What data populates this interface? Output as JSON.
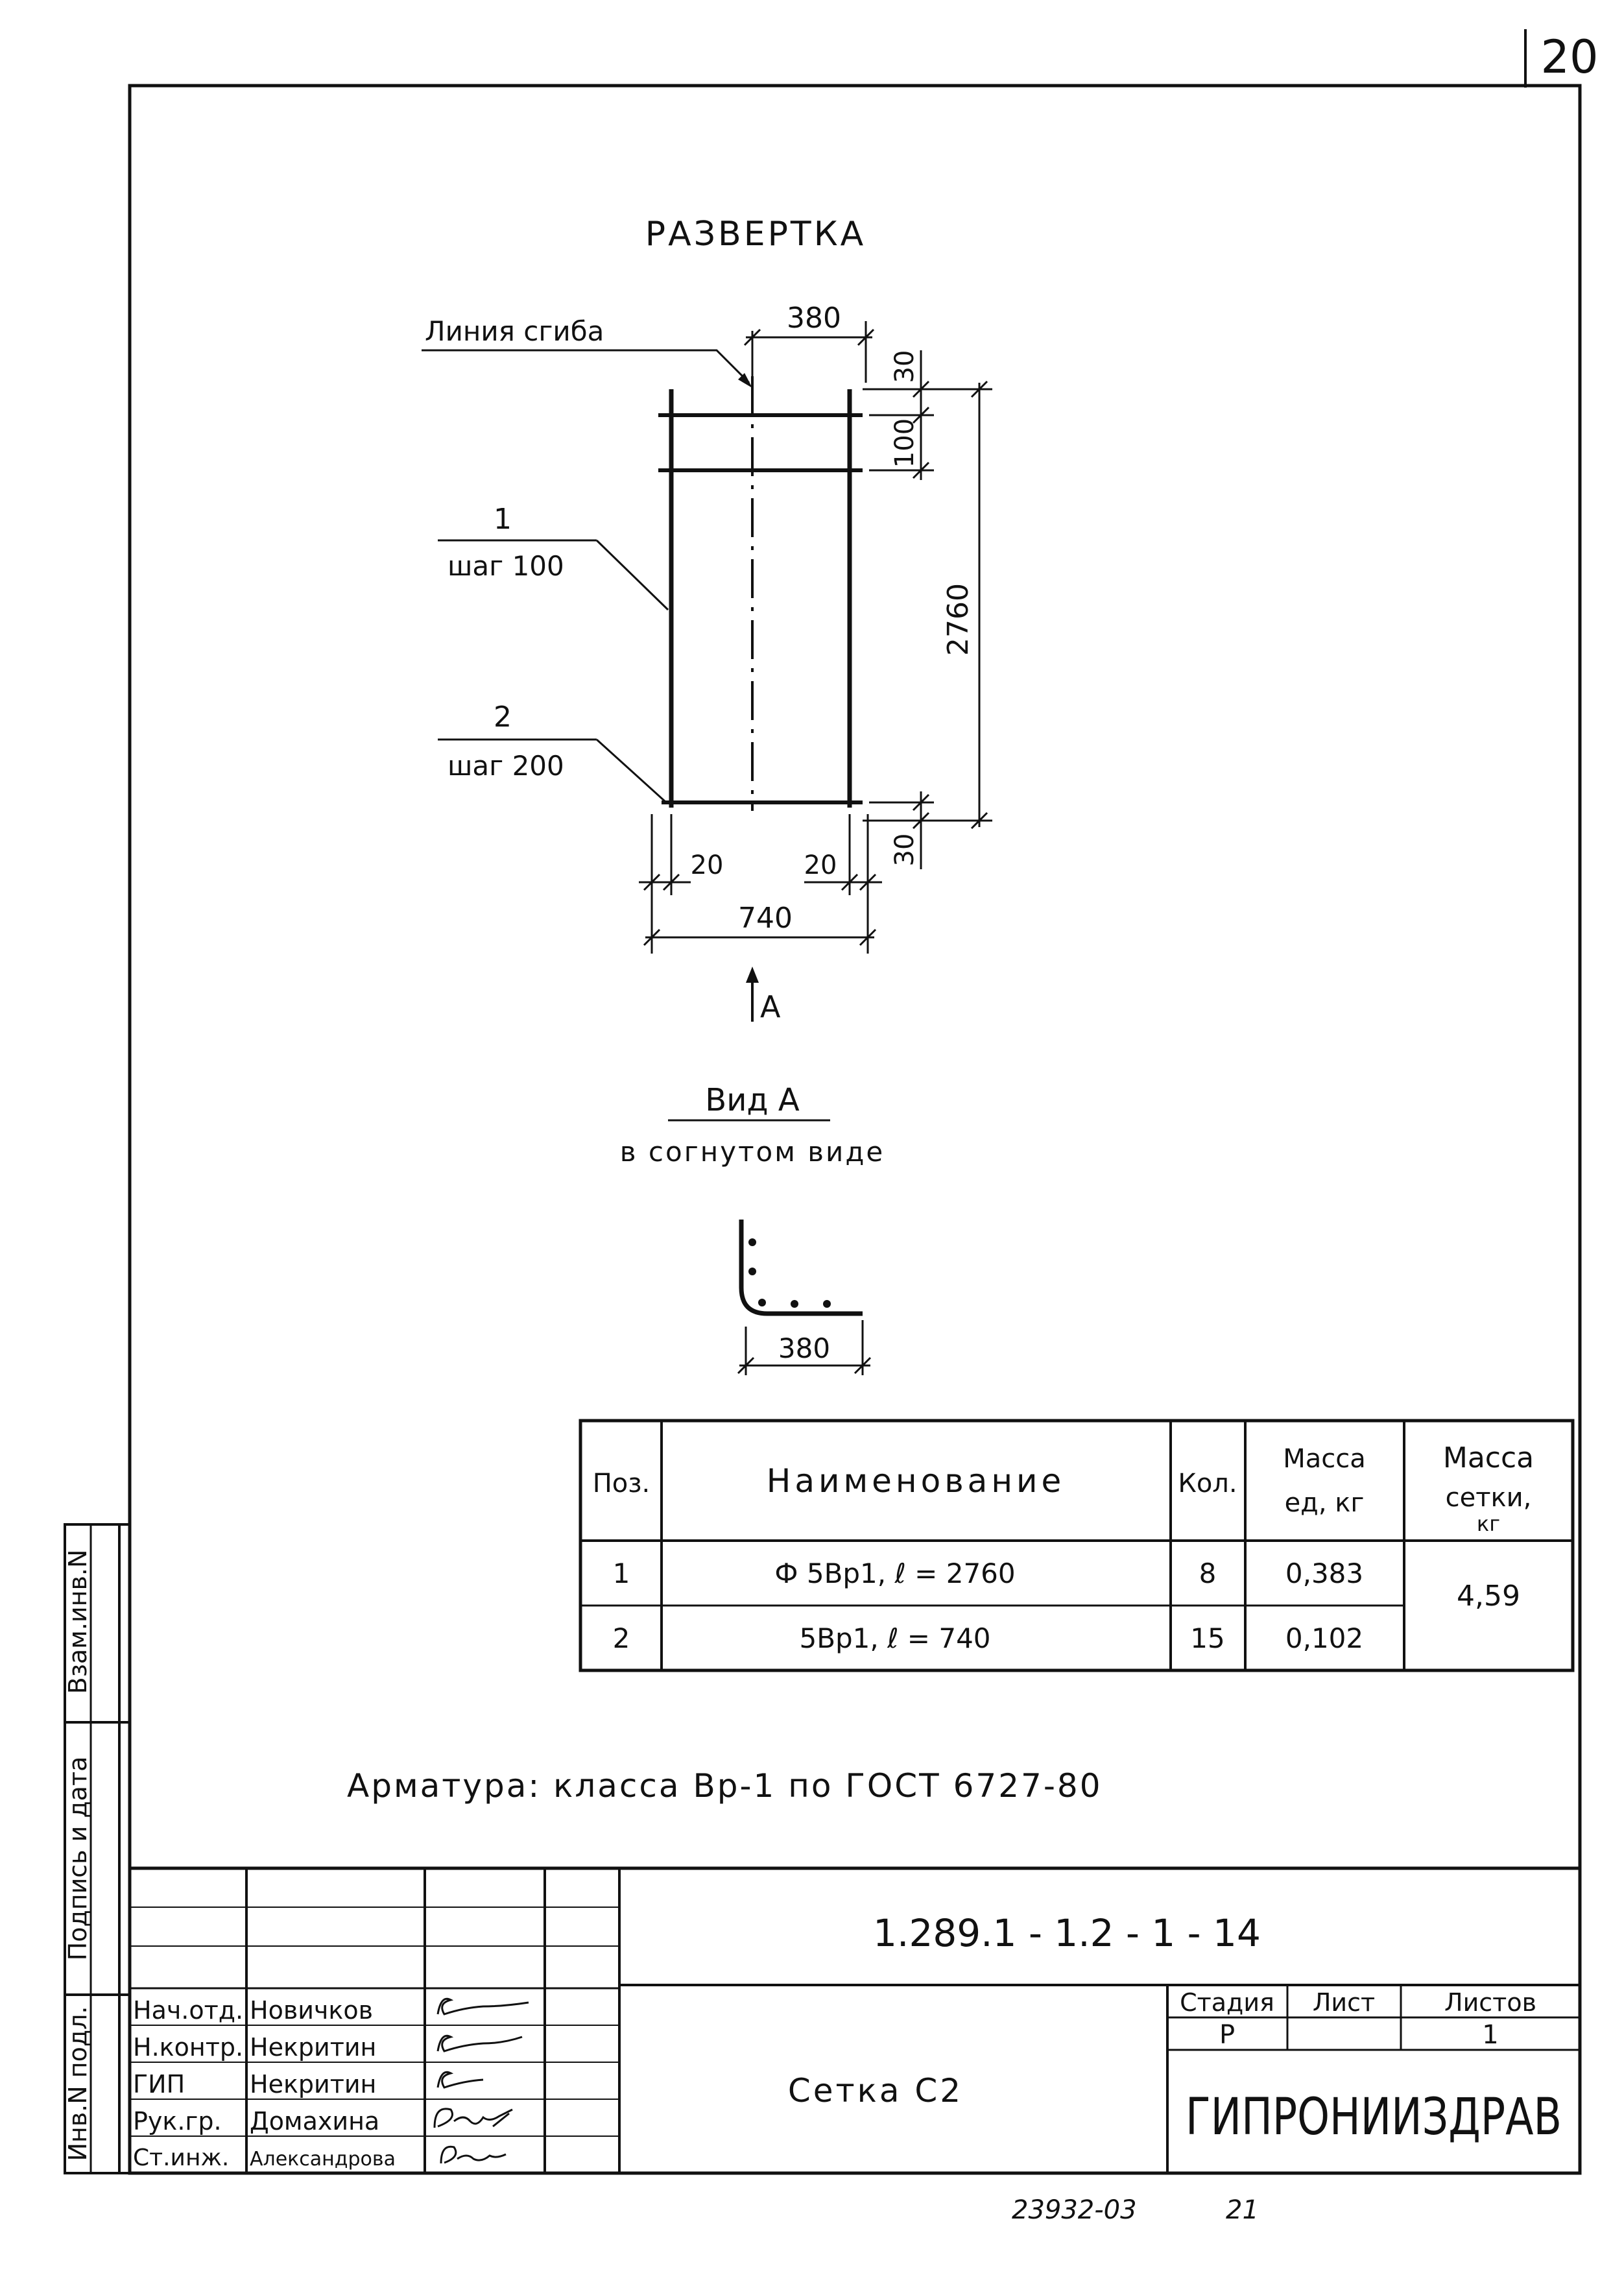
{
  "sheet_number": "20",
  "drawing": {
    "title": "РАЗВЕРТКА",
    "bend_line_label": "Линия сгиба",
    "pos1_number": "1",
    "pos1_step": "шаг 100",
    "pos2_number": "2",
    "pos2_step": "шаг 200",
    "view_arrow_label": "А",
    "dims": {
      "top_width": "380",
      "top_offset": "30",
      "first_step": "100",
      "height": "2760",
      "bottom_offset": "30",
      "left_edge": "20",
      "right_edge": "20",
      "total_width": "740"
    }
  },
  "view_a": {
    "title": "Вид А",
    "subtitle": "в согнутом виде",
    "dim": "380"
  },
  "spec_table": {
    "headers": {
      "pos": "Поз.",
      "name": "Наименование",
      "qty": "Кол.",
      "mass_unit": "Масса ед, кг",
      "mass_unit_1": "Масса",
      "mass_unit_2": "ед, кг",
      "mass_total_1": "Масса",
      "mass_total_2": "сетки,",
      "mass_total_3": "кг"
    },
    "rows": [
      {
        "pos": "1",
        "name": "Ф 5Вр1, ℓ = 2760",
        "qty": "8",
        "mass_unit": "0,383"
      },
      {
        "pos": "2",
        "name": "5Вр1, ℓ = 740",
        "qty": "15",
        "mass_unit": "0,102"
      }
    ],
    "mass_total": "4,59"
  },
  "note": "Арматура: класса Вр-1 по ГОСТ 6727-80",
  "side_stamp": {
    "field1": "Взам.инв.N",
    "field2": "Подпись и дата",
    "field3": "Инв.N подл."
  },
  "title_block": {
    "doc_code": "1.289.1 - 1.2 - 1 - 14",
    "people": [
      {
        "role": "Нач.отд.",
        "name": "Новичков"
      },
      {
        "role": "Н.контр.",
        "name": "Некритин"
      },
      {
        "role": "ГИП",
        "name": "Некритин"
      },
      {
        "role": "Рук.гр.",
        "name": "Домахина"
      },
      {
        "role": "Ст.инж.",
        "name": "Александрова"
      }
    ],
    "product_name": "Сетка С2",
    "stage_label": "Стадия",
    "sheet_label": "Лист",
    "sheets_label": "Листов",
    "stage_value": "Р",
    "sheet_value": "",
    "sheets_value": "1",
    "organization": "ГИПРОНИИЗДРАВ"
  },
  "footer": {
    "archive_number": "23932-03",
    "page": "21"
  }
}
